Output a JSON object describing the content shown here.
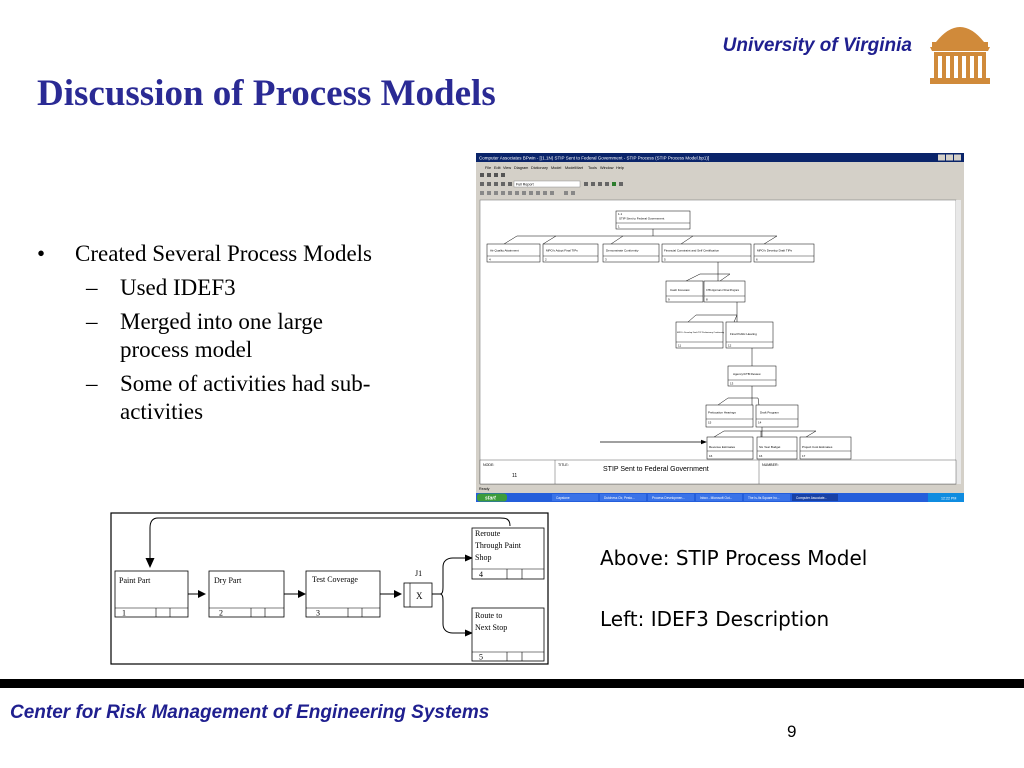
{
  "header": {
    "institution": "University of Virginia",
    "title": "Discussion of Process Models",
    "logo_icon": "rotunda-icon",
    "accent_color": "#d08a3a",
    "title_color": "#2a2a94"
  },
  "bullets": {
    "main": "Created Several Process Models",
    "subs": [
      "Used IDEF3",
      "Merged into one large process model",
      "Some of activities had sub-activities"
    ]
  },
  "screenshot": {
    "window_title": "Computer Associates BPwin - [(1.1N) STIP Sent to Federal Government - STIP Process  (STIP Process Model.bp1)]",
    "menu": [
      "File",
      "Edit",
      "View",
      "Diagram",
      "Dictionary",
      "Model",
      "ModelMart",
      "Tools",
      "Window",
      "Help"
    ],
    "font_selector": "Full Report",
    "root": {
      "ref": "1.1",
      "label": "STIP Sent to Federal Government",
      "num": "1"
    },
    "row1": [
      {
        "label": "Air Quality Attainment",
        "num": "4"
      },
      {
        "label": "MPO's Adopt Final TIPs",
        "num": "2"
      },
      {
        "label": "Demonstrate Conformity",
        "num": "3"
      },
      {
        "label": "Financial Constraint and Self Certification",
        "num": "5"
      },
      {
        "label": "MPO's Develop Draft TIPs",
        "num": "6"
      }
    ],
    "row2": [
      {
        "label": "Cash Forecast",
        "num": "9"
      },
      {
        "label": "CTB Approval of Final Program",
        "num": "8"
      }
    ],
    "row3": [
      {
        "label": "MPO's Develop Draft TIP Preliminary Conformity",
        "num": "11"
      },
      {
        "label": "Final Public Hearing",
        "num": "12"
      }
    ],
    "row4": [
      {
        "label": "Agency/CTB Review",
        "num": "13"
      }
    ],
    "row5": [
      {
        "label": "Prelocation Hearings",
        "num": "15"
      },
      {
        "label": "Draft Program",
        "num": "14"
      }
    ],
    "row6": [
      {
        "label": "Revenue Estimates",
        "num": "16"
      },
      {
        "label": "Six Year Budget",
        "num": "16"
      },
      {
        "label": "Project Cost Estimates",
        "num": "17"
      }
    ],
    "footer_node": "NODE:",
    "footer_node_value": "11",
    "footer_title": "TITLE:",
    "footer_title_value": "STIP Sent to Federal Government",
    "footer_number": "NUMBER:",
    "status": "Ready",
    "taskbar_start": "start",
    "taskbar_items": [
      "Capstone",
      "Dutchess Ctr, Pesto...",
      "Process Developmen...",
      "Inbox - Microsoft Out...",
      "The Is-Its Square ho...",
      "Computer Associate..."
    ],
    "clock": "12:22 PM"
  },
  "idef3": {
    "boxes": [
      {
        "label": "Paint Part",
        "num": "1"
      },
      {
        "label": "Dry Part",
        "num": "2"
      },
      {
        "label": "Test Coverage",
        "num": "3"
      },
      {
        "label": "Reroute Through Paint Shop",
        "num": "4"
      },
      {
        "label": "Route to Next Stop",
        "num": "5"
      }
    ],
    "junction_id": "J1",
    "junction_type": "X"
  },
  "captions": {
    "above": "Above: STIP Process Model",
    "left": "Left: IDEF3 Description"
  },
  "footer": {
    "center": "Center for Risk Management of Engineering Systems",
    "page": "9"
  }
}
